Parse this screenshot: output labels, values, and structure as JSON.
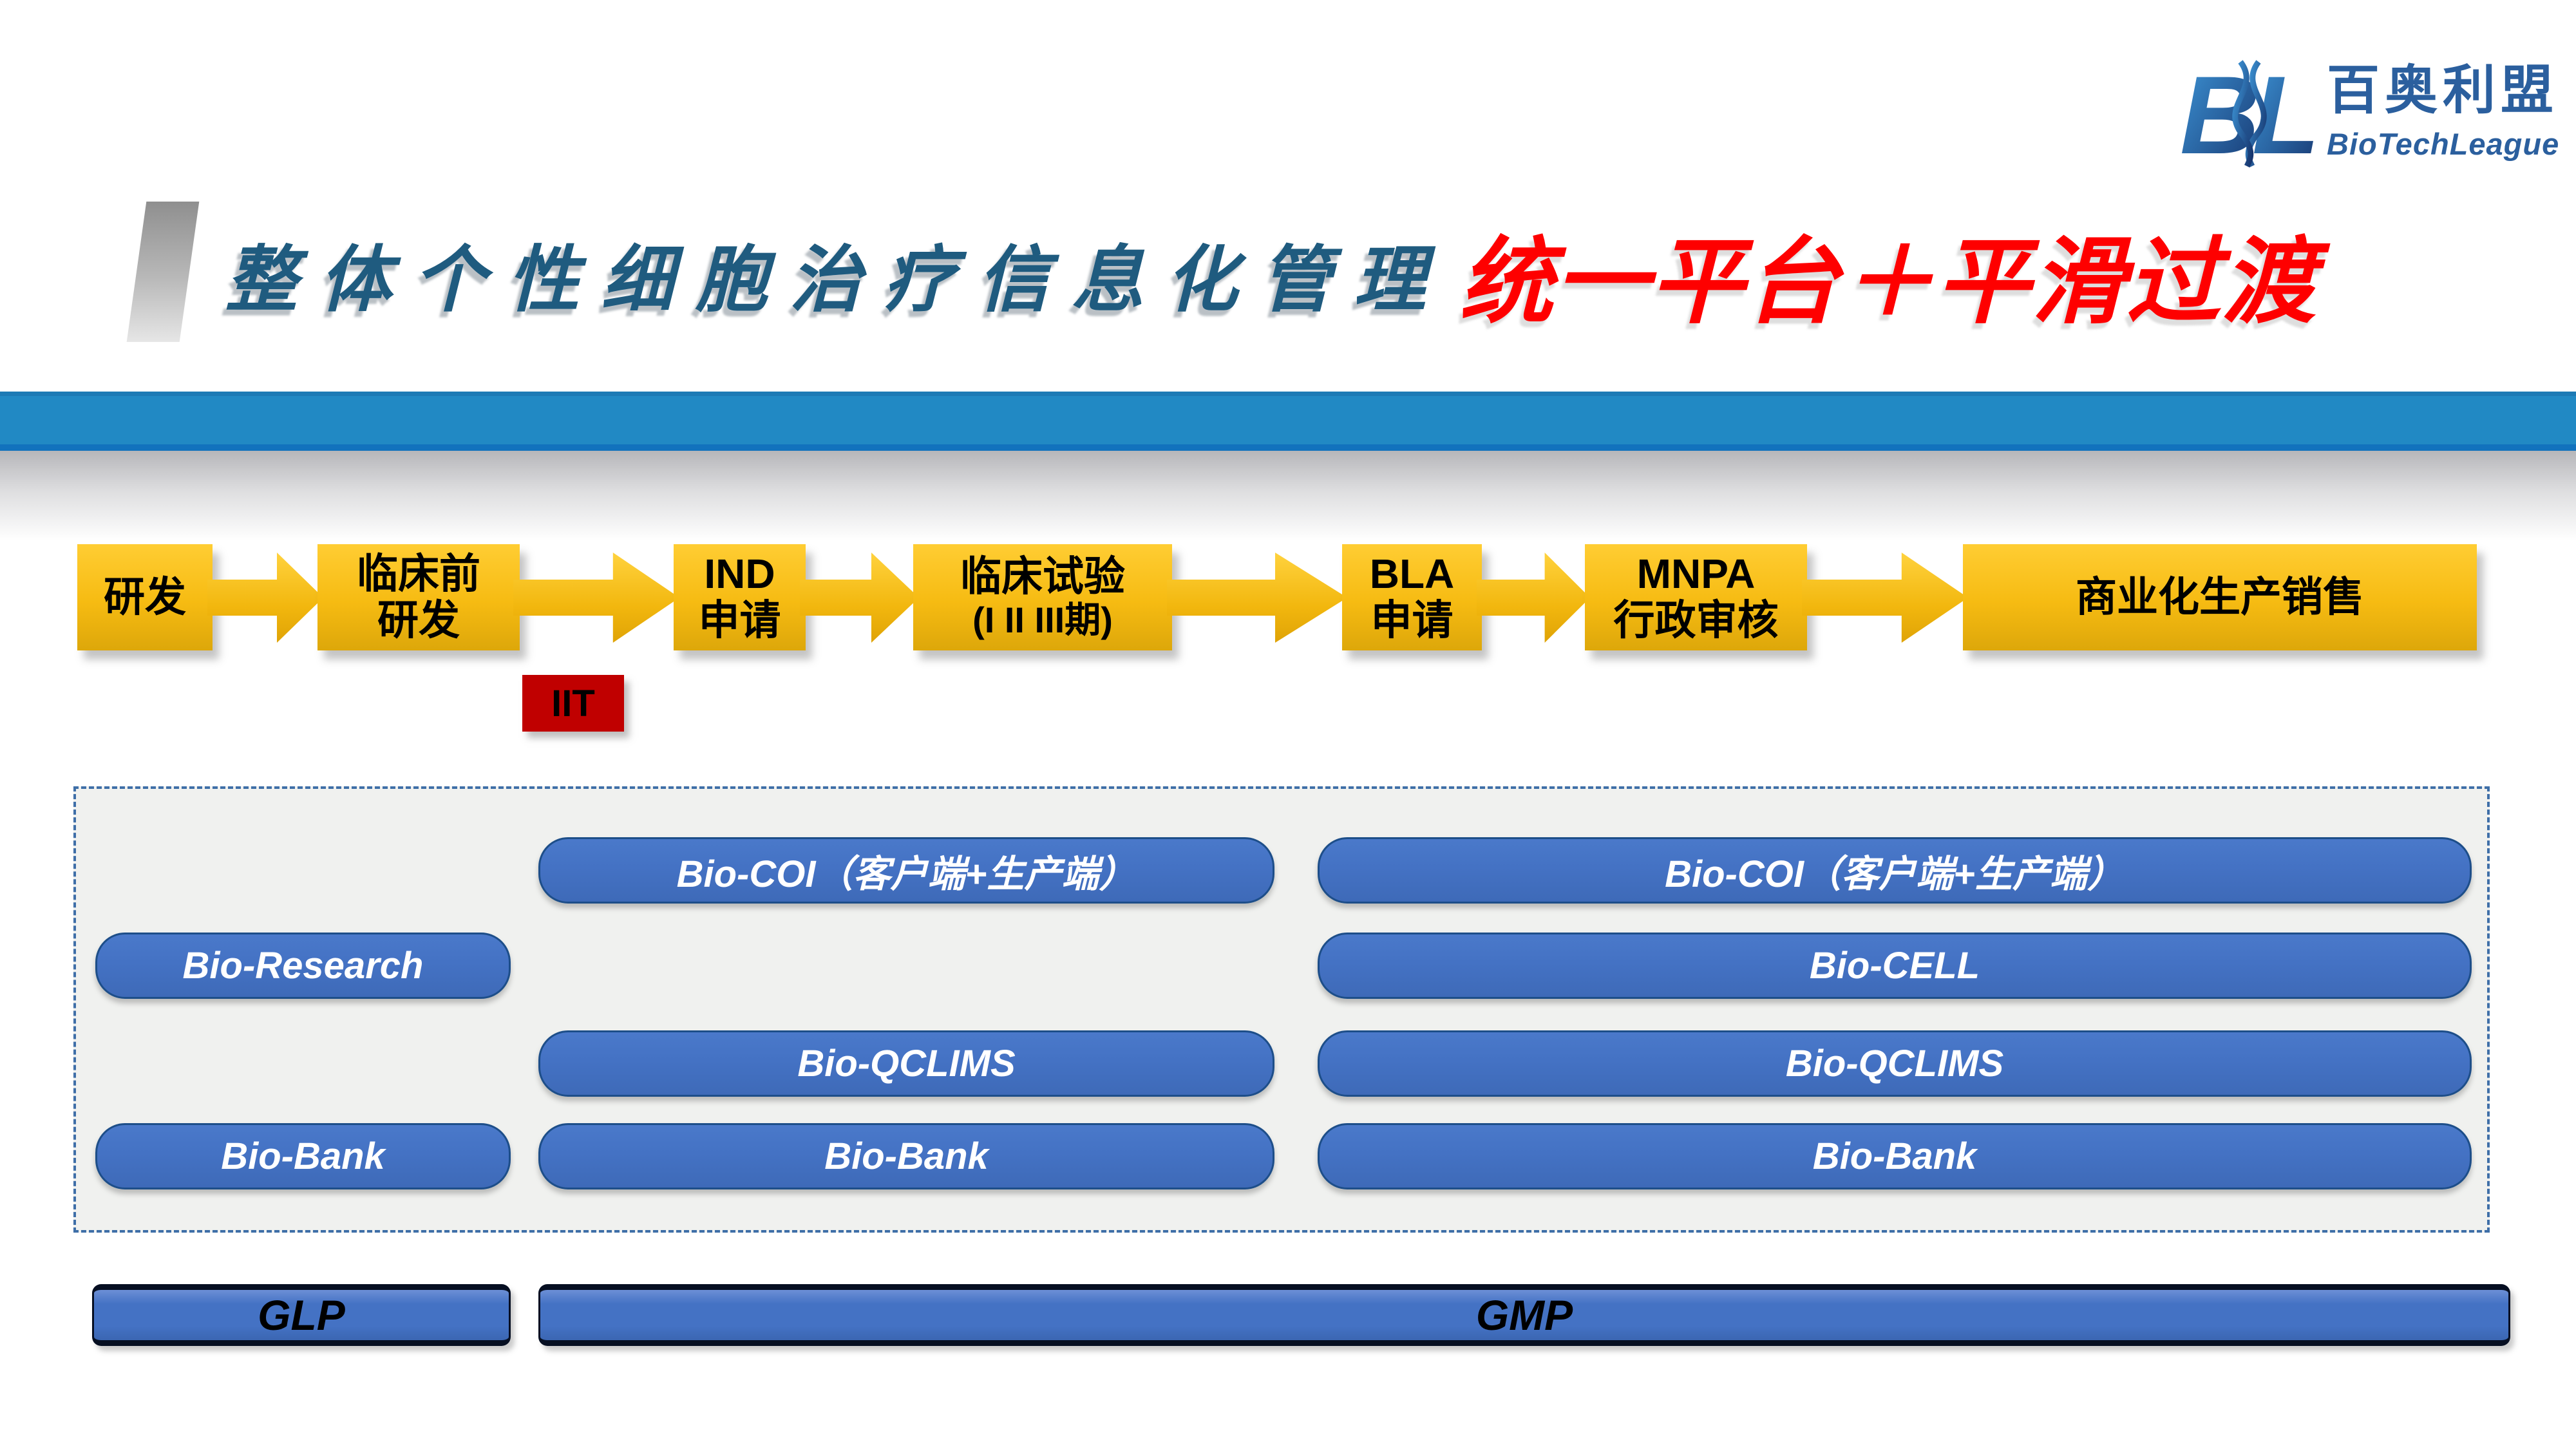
{
  "logo": {
    "mark_b": "B",
    "mark_l": "L",
    "cn": "百奥利盟",
    "en": "BioTechLeague"
  },
  "title": {
    "prefix": "整体个性细胞治疗信息化管理",
    "highlight": "统一平台＋平滑过渡"
  },
  "flow": {
    "steps": [
      {
        "lines": [
          "研发"
        ]
      },
      {
        "lines": [
          "临床前",
          "研发"
        ]
      },
      {
        "lines": [
          "IND",
          "申请"
        ]
      },
      {
        "lines": [
          "临床试验",
          "(I II III期)"
        ]
      },
      {
        "lines": [
          "BLA",
          "申请"
        ]
      },
      {
        "lines": [
          "MNPA",
          "行政审核"
        ]
      },
      {
        "lines": [
          "商业化生产销售"
        ]
      }
    ],
    "iit_label": "IIT"
  },
  "platform": {
    "left": [
      "Bio-Research",
      "Bio-Bank"
    ],
    "middle": [
      "Bio-COI（客户端+生产端）",
      "Bio-QCLIMS",
      "Bio-Bank"
    ],
    "right": [
      "Bio-COI（客户端+生产端）",
      "Bio-CELL",
      "Bio-QCLIMS",
      "Bio-Bank"
    ]
  },
  "footer": {
    "glp_label": "GLP",
    "gmp_label": "GMP"
  },
  "colors": {
    "band_blue": "#2189c4",
    "flow_yellow": "#f6bb12",
    "iit_red": "#c00000",
    "platform_blue": "#4472c4",
    "platform_border": "#1d4e89",
    "title_blue": "#1f5b7f",
    "title_red": "#fe0000",
    "logo_blue": "#2b5f9e",
    "container_gray": "#f0f1ef"
  }
}
